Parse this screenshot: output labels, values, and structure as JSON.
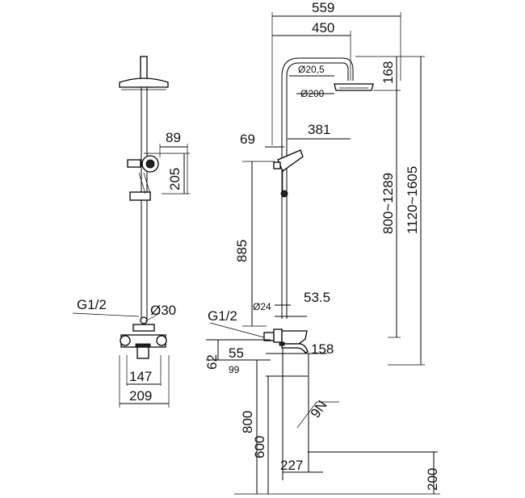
{
  "front_view": {
    "hand_shower_width": "89",
    "hand_shower_height": "205",
    "connection_thread": "G1/2",
    "pipe_diameter": "Ø30",
    "mixer_width_inner": "147",
    "mixer_width_outer": "209"
  },
  "side_view": {
    "arm_reach_total": "559",
    "arm_reach_head": "450",
    "arm_diameter": "Ø20,5",
    "head_height": "168",
    "head_diameter": "Ø200",
    "wall_offset": "69",
    "slider_reach": "381",
    "rail_height_range": "800~1289",
    "total_height_range": "1120~1605",
    "bar_length": "885",
    "bar_diameter": "Ø24",
    "bar_offset": "53.5",
    "connection_thread": "G1/2",
    "mixer_height": "62",
    "wall_to_mixer": "55",
    "spout_reach": "158",
    "spout_offset": "99",
    "handle_label": "9N",
    "floor_to_mixer_high": "800",
    "floor_to_mixer_low": "600",
    "spout_length": "227",
    "spout_floor_height": "200"
  }
}
